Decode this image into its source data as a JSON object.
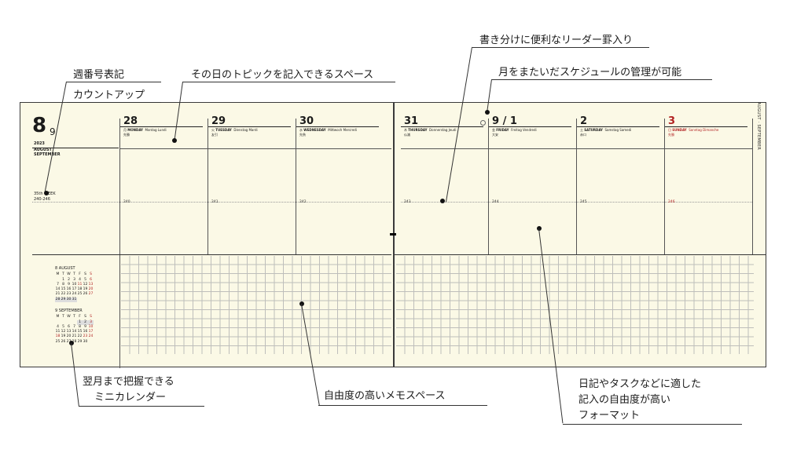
{
  "planner": {
    "month_big": "8",
    "month_small": "9",
    "year": "2023",
    "month_names": [
      "AUGUST",
      "SEPTEMBER"
    ],
    "week": "35th WEEK",
    "range": "240-246",
    "spine_text": "AUGUST · SEPTEMBER",
    "days": [
      {
        "num": "28",
        "en": "MONDAY",
        "de_fr": "Montag  Lundi",
        "kanji": "先勝",
        "prefix": "月",
        "doy": "240",
        "red": false
      },
      {
        "num": "29",
        "en": "TUESDAY",
        "de_fr": "Dienstag  Mardi",
        "kanji": "友引",
        "prefix": "火",
        "doy": "241",
        "red": false
      },
      {
        "num": "30",
        "en": "WEDNESDAY",
        "de_fr": "Mittwoch  Mercredi",
        "kanji": "先負",
        "prefix": "水",
        "doy": "242",
        "red": false
      },
      {
        "num": "31",
        "en": "THURSDAY",
        "de_fr": "Donnerstag  Jeudi",
        "kanji": "仏滅",
        "prefix": "木",
        "doy": "243",
        "red": false
      },
      {
        "num": "9 / 1",
        "en": "FRIDAY",
        "de_fr": "Freitag  Vendredi",
        "kanji": "大安",
        "prefix": "金",
        "doy": "244",
        "red": false
      },
      {
        "num": "2",
        "en": "SATURDAY",
        "de_fr": "Samstag  Samedi",
        "kanji": "赤口",
        "prefix": "土",
        "doy": "245",
        "red": false
      },
      {
        "num": "3",
        "en": "SUNDAY",
        "de_fr": "Sonntag  Dimanche",
        "kanji": "先勝",
        "prefix": "日",
        "doy": "246",
        "red": true
      }
    ],
    "cal_aug": {
      "title": "8  AUGUST",
      "header": [
        "M",
        "T",
        "W",
        "T",
        "F",
        "S",
        "S"
      ],
      "rows": [
        [
          "",
          "1",
          "2",
          "3",
          "4",
          "5",
          "6"
        ],
        [
          "7",
          "8",
          "9",
          "10",
          "11",
          "12",
          "13"
        ],
        [
          "14",
          "15",
          "16",
          "17",
          "18",
          "19",
          "20"
        ],
        [
          "21",
          "22",
          "23",
          "24",
          "25",
          "26",
          "27"
        ],
        [
          "28",
          "29",
          "30",
          "31",
          "",
          "",
          ""
        ]
      ]
    },
    "cal_sep": {
      "title": "9  SEPTEMBER",
      "header": [
        "M",
        "T",
        "W",
        "T",
        "F",
        "S",
        "S"
      ],
      "rows": [
        [
          "",
          "",
          "",
          "",
          "1",
          "2",
          "3"
        ],
        [
          "4",
          "5",
          "6",
          "7",
          "8",
          "9",
          "10"
        ],
        [
          "11",
          "12",
          "13",
          "14",
          "15",
          "16",
          "17"
        ],
        [
          "18",
          "19",
          "20",
          "21",
          "22",
          "23",
          "24"
        ],
        [
          "25",
          "26",
          "27",
          "28",
          "29",
          "30",
          ""
        ]
      ]
    }
  },
  "callouts": {
    "week_count_1": "週番号表記",
    "week_count_2": "カウントアップ",
    "topic_space": "その日のトピックを記入できるスペース",
    "leader_lines": "書き分けに便利なリーダー罫入り",
    "cross_month": "月をまたいだスケジュールの管理が可能",
    "mini_cal_1": "翌月まで把握できる",
    "mini_cal_2": "ミニカレンダー",
    "memo_space": "自由度の高いメモスペース",
    "format_1": "日記やタスクなどに適した",
    "format_2": "記入の自由度が高い",
    "format_3": "フォーマット"
  }
}
